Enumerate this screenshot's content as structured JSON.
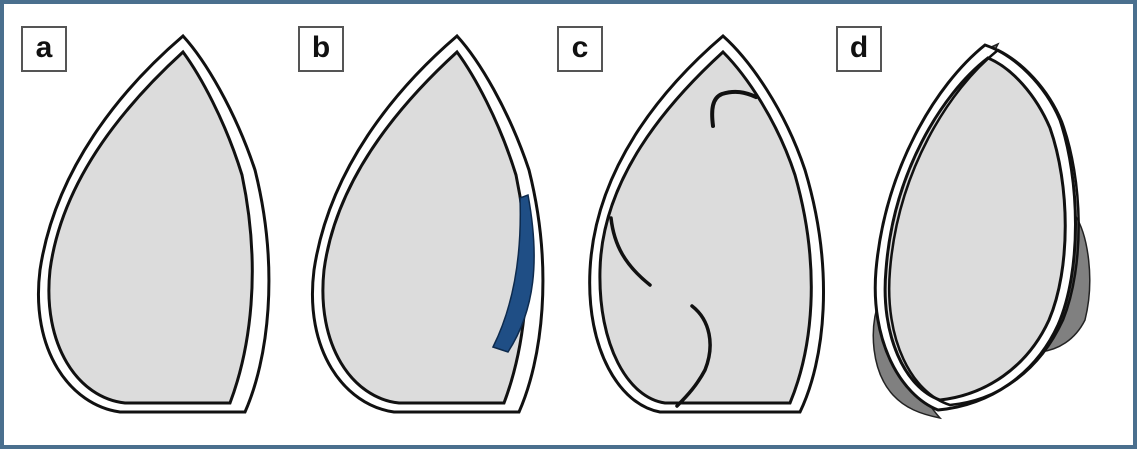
{
  "panels": [
    {
      "label": "a",
      "finding": "normal"
    },
    {
      "label": "b",
      "finding": "highlighted-segment"
    },
    {
      "label": "c",
      "finding": "internal-lines"
    },
    {
      "label": "d",
      "finding": "protrusions"
    }
  ],
  "colors": {
    "frame_border": "#4a6f8e",
    "fill": "#dcdcdc",
    "outline": "#111111",
    "highlight_b": "#1f4e85",
    "protrusion_d": "#808080"
  }
}
